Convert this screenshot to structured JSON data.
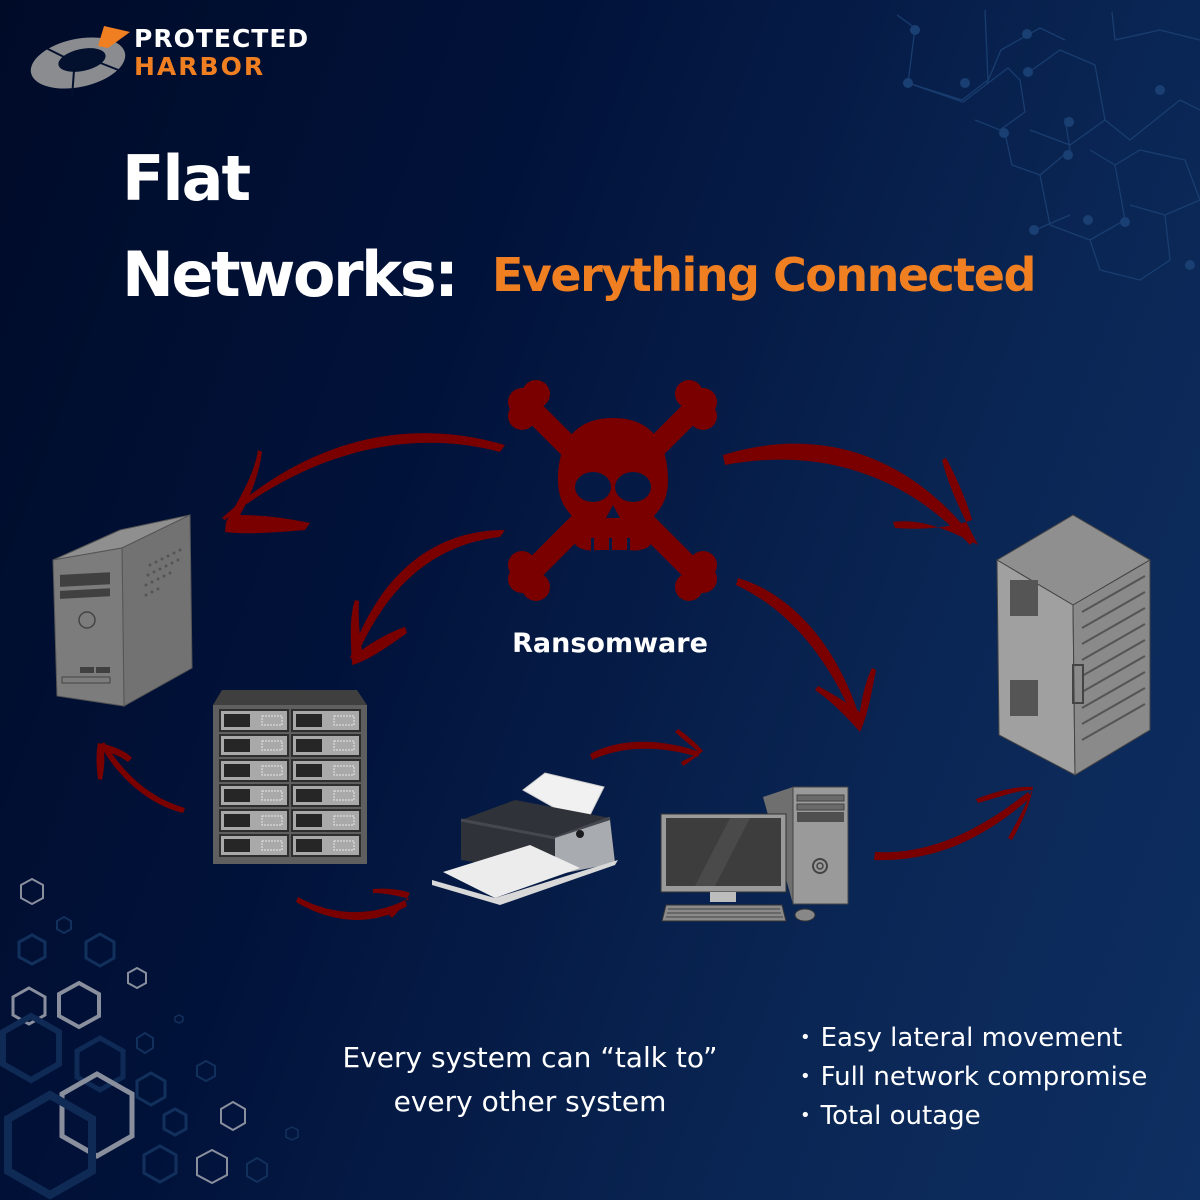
{
  "brand": {
    "line1": "PROTECTED",
    "line2": "HARBOR",
    "accent_color": "#f07f22"
  },
  "title": {
    "line1": "Flat",
    "line2": "Networks:",
    "subtitle": "Everything Connected"
  },
  "diagram": {
    "center_label": "Ransomware",
    "center_icon": "skull-crossbones-icon",
    "arrow_color": "#7a0000",
    "nodes": [
      {
        "name": "desktop-tower",
        "icon": "pc-tower-icon"
      },
      {
        "name": "server-rack",
        "icon": "server-rack-icon"
      },
      {
        "name": "blade-server",
        "icon": "blade-server-icon"
      },
      {
        "name": "printer",
        "icon": "printer-icon"
      },
      {
        "name": "desktop-computer",
        "icon": "desktop-computer-icon"
      }
    ]
  },
  "caption": {
    "line1": "Every system can “talk to”",
    "line2": "every other system"
  },
  "bullets": [
    "Easy lateral movement",
    "Full network compromise",
    "Total outage"
  ]
}
